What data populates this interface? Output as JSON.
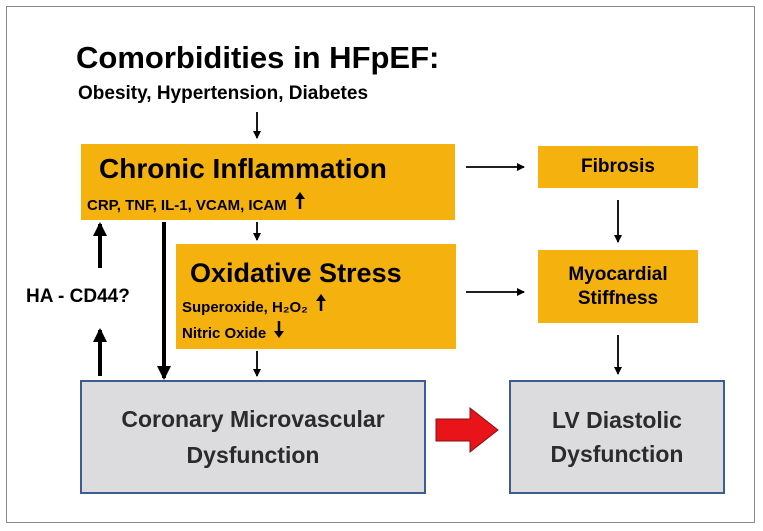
{
  "title": "Comorbidities in HFpEF:",
  "subtitle": "Obesity, Hypertension, Diabetes",
  "chronic_inflammation": {
    "heading": "Chronic Inflammation",
    "markers": "CRP, TNF, IL-1, VCAM, ICAM",
    "direction": "up"
  },
  "oxidative_stress": {
    "heading": "Oxidative Stress",
    "line1": "Superoxide, H₂O₂",
    "line1_direction": "up",
    "line2": "Nitric Oxide",
    "line2_direction": "down"
  },
  "fibrosis": {
    "label": "Fibrosis"
  },
  "myocardial_stiffness": {
    "line1": "Myocardial",
    "line2": "Stiffness"
  },
  "side_label": "HA - CD44?",
  "coronary": {
    "line1": "Coronary Microvascular",
    "line2": "Dysfunction"
  },
  "lv": {
    "line1": "LV Diastolic",
    "line2": "Dysfunction"
  },
  "colors": {
    "orange_box": "#f5b20e",
    "grey_box": "#dcdcdf",
    "grey_border": "#3b5e8e",
    "red_arrow": "#e8141a"
  }
}
